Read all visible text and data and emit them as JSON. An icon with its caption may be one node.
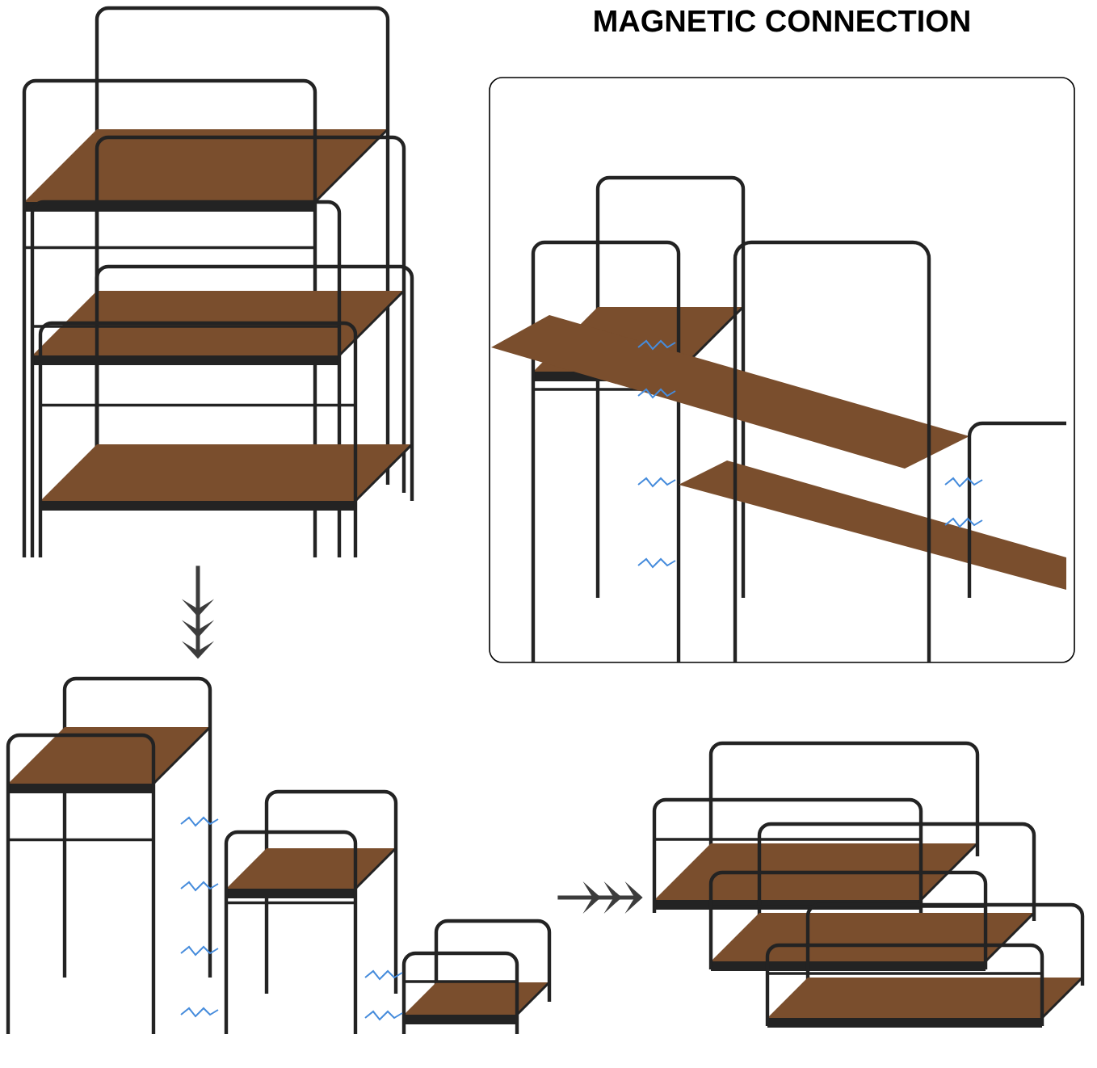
{
  "diagram": {
    "title": "MAGNETIC CONNECTION",
    "nodes": [
      {
        "text": [],
        "shape": "picture"
      },
      {
        "text": [],
        "shape": "picture"
      },
      {
        "text": [],
        "shape": "picture"
      },
      {
        "text": [],
        "shape": "picture"
      }
    ],
    "edges": [
      {
        "from": 0,
        "to": 2,
        "arrow": "to"
      },
      {
        "from": 2,
        "to": 3,
        "arrow": "to"
      }
    ]
  }
}
